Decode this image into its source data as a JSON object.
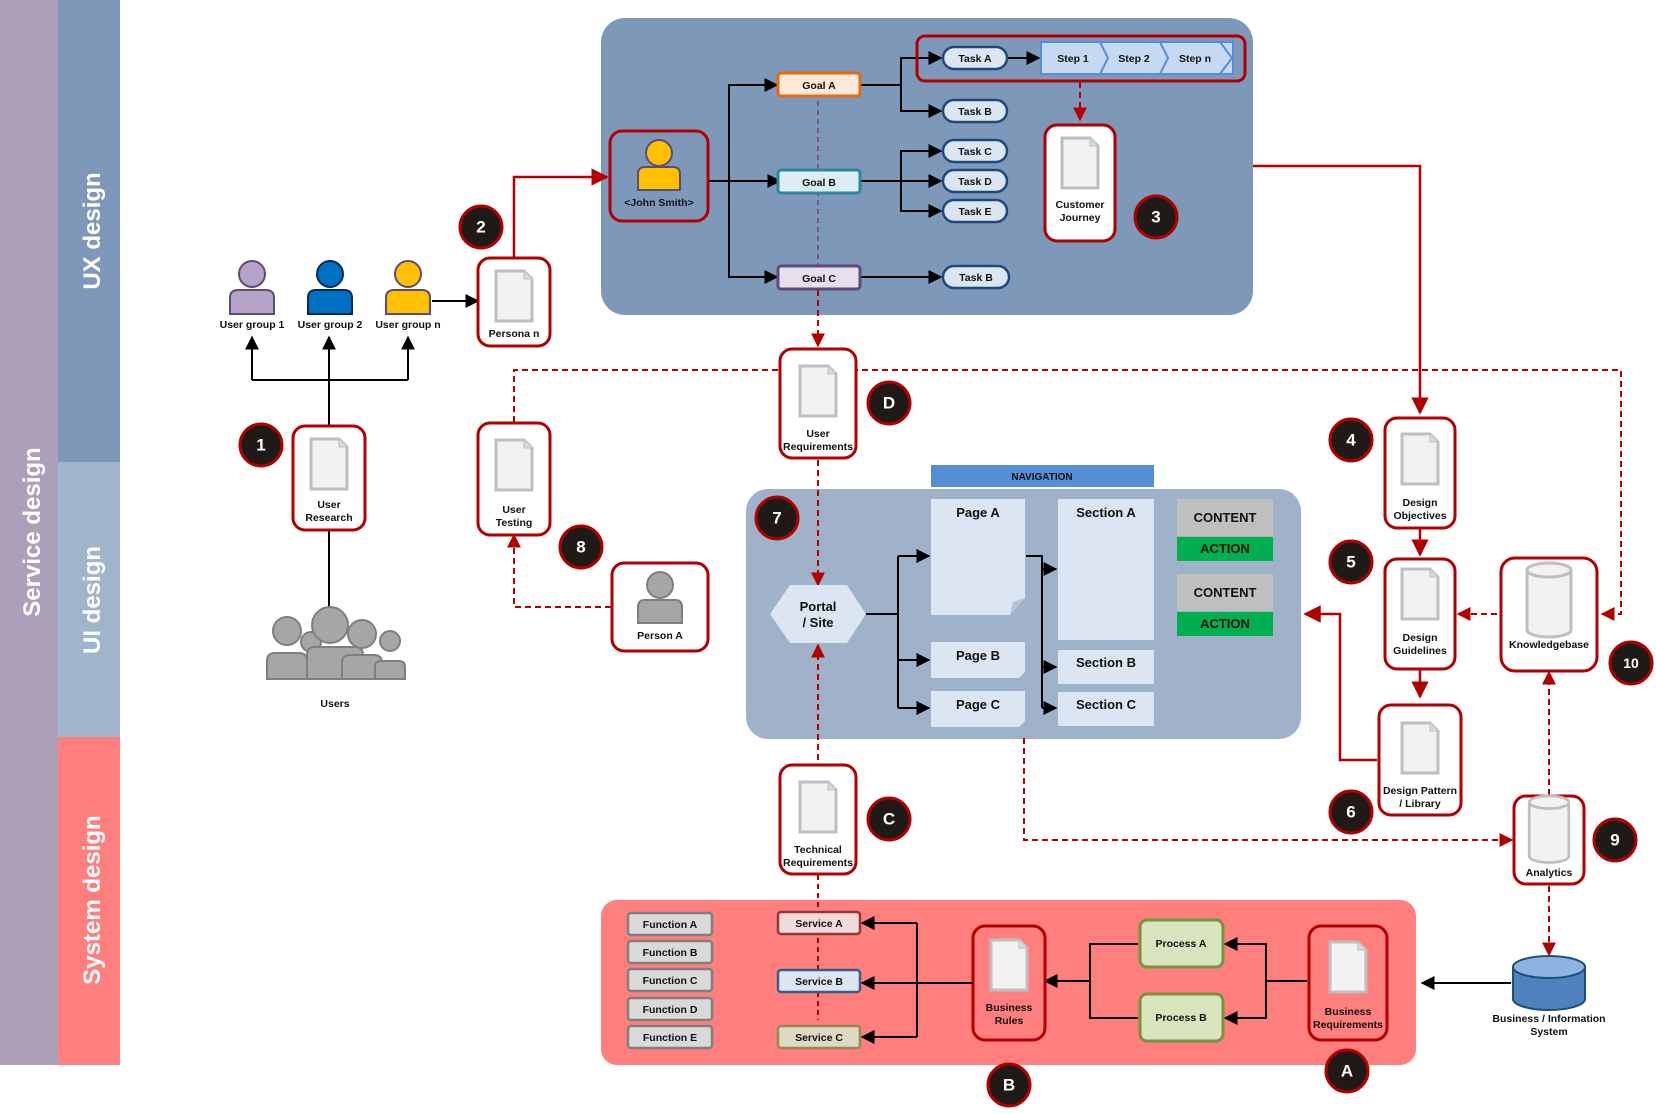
{
  "lanes": {
    "outer": {
      "label": "Service design",
      "color": "#ab9fba"
    },
    "ux": {
      "label": "UX design",
      "color": "#7d98b9"
    },
    "ui": {
      "label": "UI design",
      "color": "#a0b4cc"
    },
    "system": {
      "label": "System design",
      "color": "#ff7e7e"
    }
  },
  "colors": {
    "accent_red": "#b20000",
    "badge_fill": "#1f1a17",
    "ux_panel": "#7d98b9",
    "ui_panel": "#9fb2ca",
    "system_panel": "#ff7e7e",
    "navigation": "#558ed5",
    "content": "#bfbfbf",
    "action": "#00b050"
  },
  "users": {
    "groups": [
      "User group 1",
      "User group 2",
      "User group n"
    ],
    "crowd_label": "Users",
    "persona_label": "Persona n",
    "person_a": "Person A"
  },
  "documents": {
    "user_research": [
      "User",
      "Research"
    ],
    "user_testing": [
      "User",
      "Testing"
    ],
    "user_requirements": [
      "User",
      "Requirements"
    ],
    "technical_requirements": [
      "Technical",
      "Requirements"
    ],
    "customer_journey": [
      "Customer",
      "Journey"
    ],
    "design_objectives": [
      "Design",
      "Objectives"
    ],
    "design_guidelines": [
      "Design",
      "Guidelines"
    ],
    "design_pattern": [
      "Design Pattern",
      "/ Library"
    ],
    "business_rules": [
      "Business",
      "Rules"
    ],
    "business_requirements": [
      "Business",
      "Requirements"
    ]
  },
  "databases": {
    "knowledgebase": "Knowledgebase",
    "analytics": "Analytics",
    "business_system": [
      "Business / Information",
      "System"
    ]
  },
  "ux_panel": {
    "persona": "<John Smith>",
    "goals": [
      "Goal A",
      "Goal B",
      "Goal C"
    ],
    "tasks": [
      "Task A",
      "Task B",
      "Task C",
      "Task D",
      "Task E",
      "Task B"
    ],
    "steps": [
      "Step 1",
      "Step 2",
      "Step n"
    ]
  },
  "ui_panel": {
    "navigation": "NAVIGATION",
    "portal": [
      "Portal",
      "/ Site"
    ],
    "pages": [
      "Page A",
      "Page B",
      "Page C"
    ],
    "sections": [
      "Section A",
      "Section B",
      "Section C"
    ],
    "content_label": "CONTENT",
    "action_label": "ACTION"
  },
  "system_panel": {
    "functions": [
      "Function A",
      "Function B",
      "Function C",
      "Function D",
      "Function E"
    ],
    "services": [
      "Service A",
      "Service B",
      "Service C"
    ],
    "processes": [
      "Process A",
      "Process B"
    ]
  },
  "badges": [
    "1",
    "2",
    "3",
    "4",
    "5",
    "6",
    "7",
    "8",
    "9",
    "10",
    "A",
    "B",
    "C",
    "D"
  ]
}
